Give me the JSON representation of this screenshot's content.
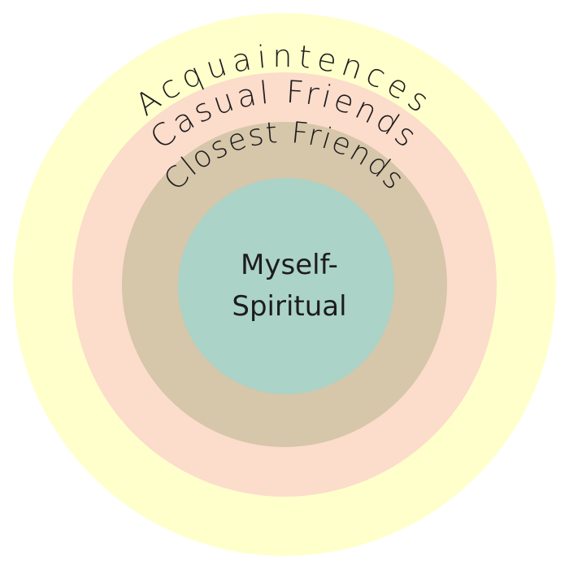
{
  "diagram": {
    "rings": [
      {
        "id": "outer",
        "label": "Acquaintences",
        "color": "#ffffcc"
      },
      {
        "id": "second",
        "label": "Casual Friends",
        "color": "#fcdccb"
      },
      {
        "id": "third",
        "label": "Closest Friends",
        "color": "#d6c6aa"
      }
    ],
    "center": {
      "line1": "Myself-",
      "line2": "Spiritual",
      "color": "#abd3c7"
    }
  }
}
